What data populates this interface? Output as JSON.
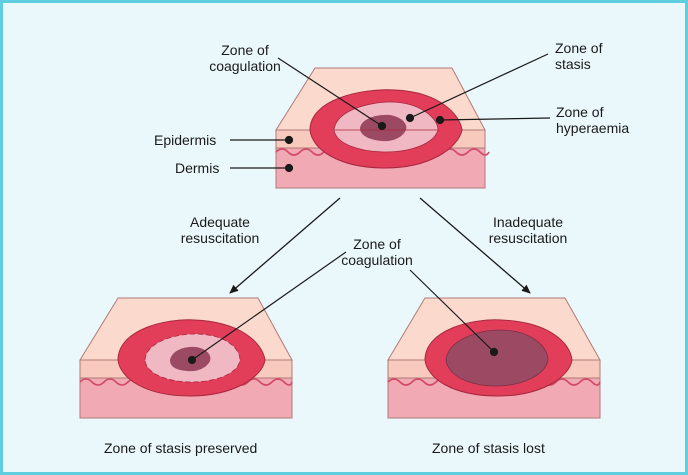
{
  "labels": {
    "coag_top": [
      "Zone of",
      "coagulation"
    ],
    "stasis_top": [
      "Zone of",
      "stasis"
    ],
    "hyper_top": [
      "Zone of",
      "hyperaemia"
    ],
    "epidermis": "Epidermis",
    "dermis": "Dermis",
    "adequate": [
      "Adequate",
      "resuscitation"
    ],
    "inadequate": [
      "Inadequate",
      "resuscitation"
    ],
    "coag_mid": [
      "Zone of",
      "coagulation"
    ],
    "caption_left": "Zone of stasis preserved",
    "caption_right": "Zone of stasis lost"
  },
  "colors": {
    "background": "#eaf8fb",
    "border": "#5fcfe0",
    "skin_surface": "#fbd9cc",
    "epidermis": "#f8c9bd",
    "dermis": "#f1a9b3",
    "hyperaemia": "#e23e5a",
    "stasis": "#f0b8c2",
    "coagulation": "#9c4a64"
  }
}
